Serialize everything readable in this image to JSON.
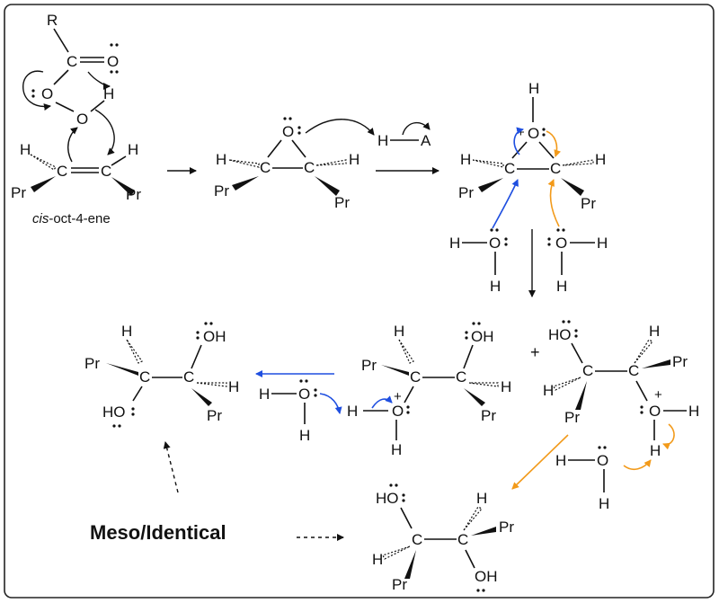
{
  "colors": {
    "border": "#222222",
    "mechanism_blue": "#1f4fe0",
    "mechanism_orange": "#f29a1a",
    "text": "#111111"
  },
  "atoms": {
    "R": "R",
    "C": "C",
    "O": "O",
    "H": "H",
    "Pr": "Pr",
    "A": "A",
    "OH": "OH",
    "HO": "HO",
    "plus_charge": "+"
  },
  "labels": {
    "reactant_name_italic": "cis",
    "reactant_name_rest": "-oct-4-ene",
    "plus_sign": "+",
    "conclusion": "Meso/Identical"
  }
}
